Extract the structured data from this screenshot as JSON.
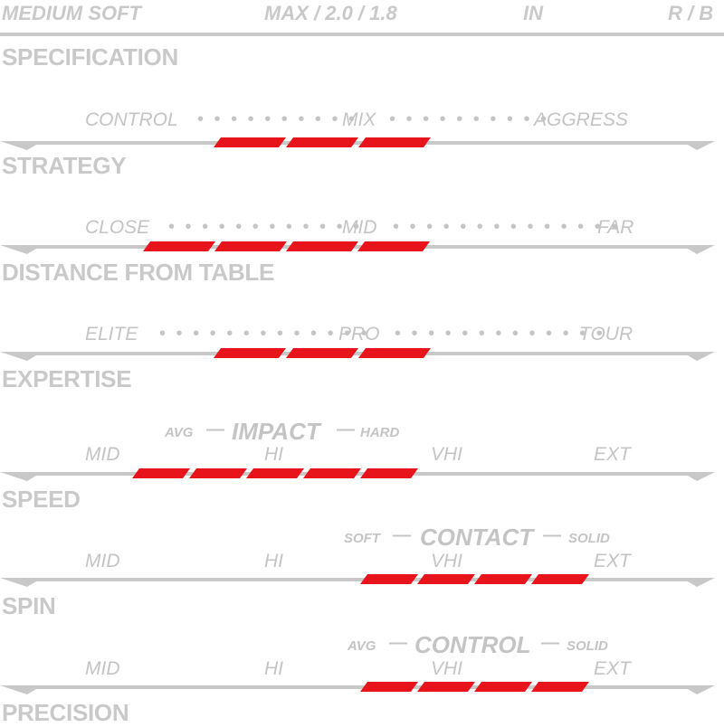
{
  "header": {
    "hardness": "MEDIUM SOFT",
    "thickness": "MAX / 2.0 / 1.8",
    "handle": "IN",
    "color": "R / B"
  },
  "sections": {
    "specification": "SPECIFICATION",
    "strategy": "STRATEGY",
    "distance": "DISTANCE FROM TABLE",
    "expertise": "EXPERTISE",
    "speed": "SPEED",
    "spin": "SPIN",
    "precision": "PRECISION"
  },
  "strategy_scale": {
    "left": "CONTROL",
    "mid": "MIX",
    "right": "AGGRESS",
    "filled_segments": 3
  },
  "distance_scale": {
    "left": "CLOSE",
    "mid": "MID",
    "right": "FAR",
    "filled_segments": 4
  },
  "expertise_scale": {
    "left": "ELITE",
    "mid": "PRO",
    "right": "TOUR",
    "filled_segments": 3
  },
  "speed_scale": {
    "l1": "MID",
    "l2": "HI",
    "l3": "VHI",
    "l4": "EXT",
    "filled_segments": 5,
    "sub_left": "AVG",
    "sub_title": "IMPACT",
    "sub_right": "HARD"
  },
  "spin_scale": {
    "l1": "MID",
    "l2": "HI",
    "l3": "VHI",
    "l4": "EXT",
    "filled_segments": 4,
    "sub_left": "SOFT",
    "sub_title": "CONTACT",
    "sub_right": "SOLID"
  },
  "precision_scale": {
    "l1": "MID",
    "l2": "HI",
    "l3": "VHI",
    "l4": "EXT",
    "filled_segments": 4,
    "sub_left": "AVG",
    "sub_title": "CONTROL",
    "sub_right": "SOLID"
  },
  "colors": {
    "accent": "#e8141b",
    "gray": "#c8c8c8"
  }
}
